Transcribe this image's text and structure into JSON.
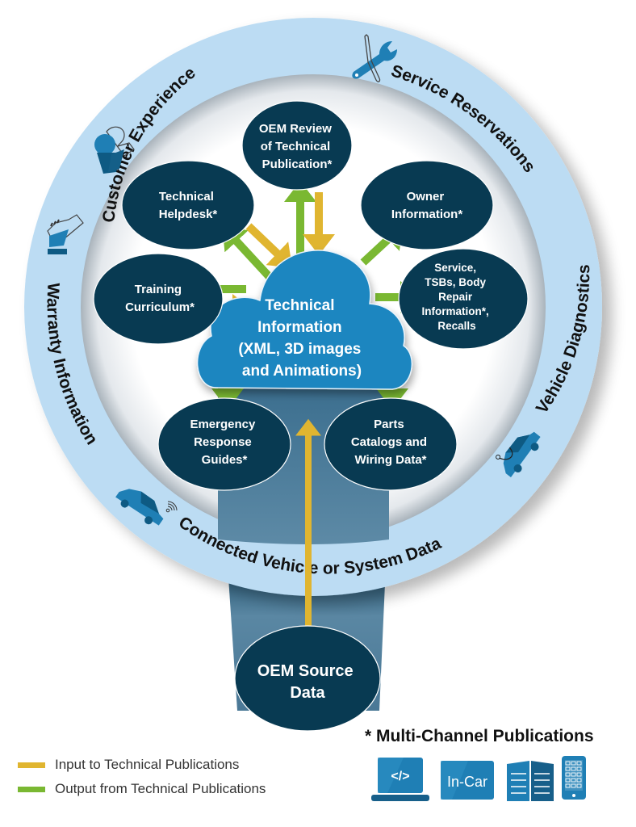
{
  "colors": {
    "ring": "#bcdcf3",
    "node": "#083a52",
    "cloud": "#1b86c0",
    "tube": "#3f7191",
    "input_arrow": "#e0b530",
    "output_arrow": "#7ab832",
    "icon_blue": "#1f7fb5",
    "text_dark": "#111111"
  },
  "ring_labels": {
    "customer_experience": "Customer Experience",
    "service_reservations": "Service Reservations",
    "vehicle_diagnostics": "Vehicle Diagnostics",
    "connected_vehicle": "Connected Vehicle or System Data",
    "warranty_information": "Warranty Information"
  },
  "ring_icons": [
    "people-icon",
    "wrench-screwdriver-icon",
    "car-diagnostics-icon",
    "connected-car-icon",
    "handshake-icon"
  ],
  "center": {
    "lines": [
      "Technical",
      "Information",
      "(XML, 3D images",
      "and Animations)"
    ]
  },
  "nodes": {
    "oem_review": {
      "lines": [
        "OEM Review",
        "of Technical",
        "Publication*"
      ],
      "flow": "input-output"
    },
    "technical_helpdesk": {
      "lines": [
        "Technical",
        "Helpdesk*"
      ],
      "flow": "input-output"
    },
    "owner_information": {
      "lines": [
        "Owner",
        "Information*"
      ],
      "flow": "output"
    },
    "training_curriculum": {
      "lines": [
        "Training",
        "Curriculum*"
      ],
      "flow": "input-output"
    },
    "service_tsbs": {
      "lines": [
        "Service,",
        "TSBs, Body",
        "Repair",
        "Information*,",
        "Recalls"
      ],
      "flow": "output"
    },
    "emergency_response": {
      "lines": [
        "Emergency",
        "Response",
        "Guides*"
      ],
      "flow": "output"
    },
    "parts_catalogs": {
      "lines": [
        "Parts",
        "Catalogs and",
        "Wiring Data*"
      ],
      "flow": "output"
    },
    "oem_source": {
      "lines": [
        "OEM Source",
        "Data"
      ],
      "flow": "input"
    }
  },
  "legend": {
    "input_label": "Input to Technical Publications",
    "output_label": "Output from Technical Publications"
  },
  "multi_channel": {
    "title": "* Multi-Channel Publications",
    "icons": [
      {
        "name": "laptop-code-icon",
        "label": "</>"
      },
      {
        "name": "in-car-display-icon",
        "label": "In-Car"
      },
      {
        "name": "manual-book-icon",
        "label": ""
      },
      {
        "name": "mobile-tablet-icon",
        "label": ""
      }
    ]
  }
}
